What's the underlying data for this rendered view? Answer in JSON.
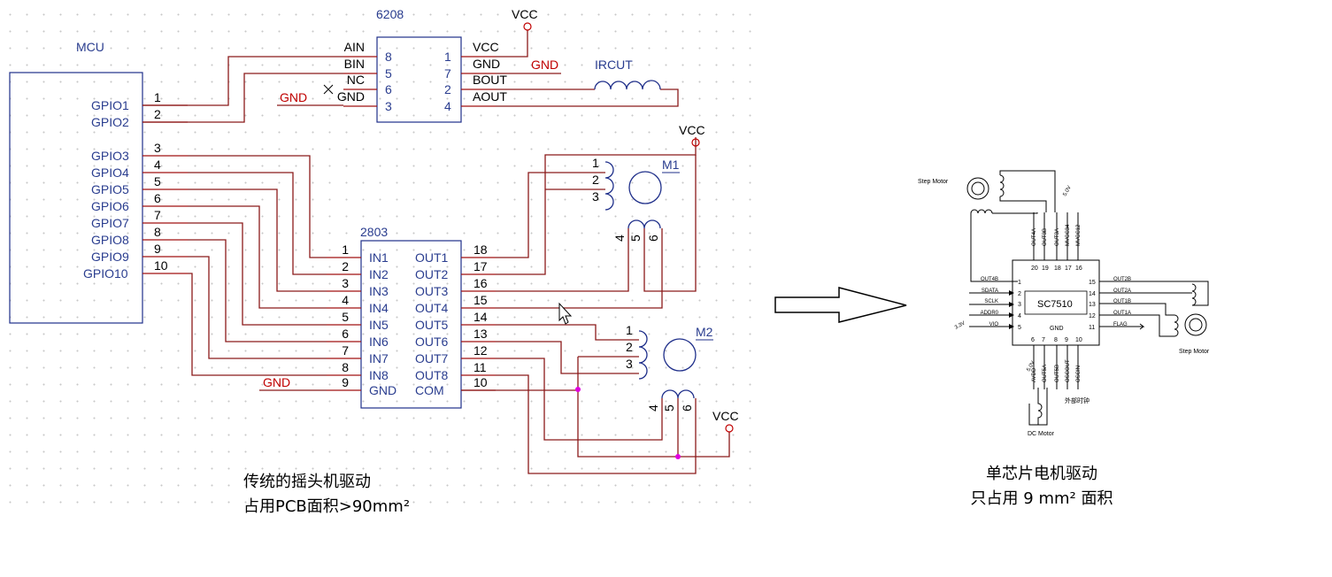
{
  "left": {
    "mcu_title": "MCU",
    "gpio_pins": [
      "GPIO1",
      "GPIO2",
      "GPIO3",
      "GPIO4",
      "GPIO5",
      "GPIO6",
      "GPIO7",
      "GPIO8",
      "GPIO9",
      "GPIO10"
    ],
    "gpio_nums": [
      "1",
      "2",
      "3",
      "4",
      "5",
      "6",
      "7",
      "8",
      "9",
      "10"
    ],
    "chip6208": {
      "name": "6208",
      "left_pins": [
        {
          "label": "AIN",
          "num": "8"
        },
        {
          "label": "BIN",
          "num": "5"
        },
        {
          "label": "NC",
          "num": "6"
        },
        {
          "label": "GND",
          "num": "3"
        }
      ],
      "right_pins": [
        {
          "label": "VCC",
          "num": "1"
        },
        {
          "label": "GND",
          "num": "7"
        },
        {
          "label": "BOUT",
          "num": "2"
        },
        {
          "label": "AOUT",
          "num": "4"
        }
      ]
    },
    "ircut_label": "IRCUT",
    "vcc_label": "VCC",
    "gnd_label": "GND",
    "chip2803": {
      "name": "2803",
      "left_pins": [
        {
          "label": "IN1",
          "num": "1"
        },
        {
          "label": "IN2",
          "num": "2"
        },
        {
          "label": "IN3",
          "num": "3"
        },
        {
          "label": "IN4",
          "num": "4"
        },
        {
          "label": "IN5",
          "num": "5"
        },
        {
          "label": "IN6",
          "num": "6"
        },
        {
          "label": "IN7",
          "num": "7"
        },
        {
          "label": "IN8",
          "num": "8"
        },
        {
          "label": "GND",
          "num": "9"
        }
      ],
      "right_pins": [
        {
          "label": "OUT1",
          "num": "18"
        },
        {
          "label": "OUT2",
          "num": "17"
        },
        {
          "label": "OUT3",
          "num": "16"
        },
        {
          "label": "OUT4",
          "num": "15"
        },
        {
          "label": "OUT5",
          "num": "14"
        },
        {
          "label": "OUT6",
          "num": "13"
        },
        {
          "label": "OUT7",
          "num": "12"
        },
        {
          "label": "OUT8",
          "num": "11"
        },
        {
          "label": "COM",
          "num": "10"
        }
      ]
    },
    "m1_label": "M1",
    "m2_label": "M2",
    "motor_pin_nums": [
      "1",
      "2",
      "3",
      "4",
      "5",
      "6"
    ],
    "caption_line1": "传统的摇头机驱动",
    "caption_line2": "占用PCB面积>90mm²"
  },
  "right": {
    "chip_name": "SC7510",
    "gnd_label": "GND",
    "top_pins": [
      {
        "num": "20",
        "signal": "OUT4A"
      },
      {
        "num": "19",
        "signal": "OUT3B"
      },
      {
        "num": "18",
        "signal": "OUT3A"
      },
      {
        "num": "17",
        "signal": "MVCC34"
      },
      {
        "num": "16",
        "signal": "MVCC12"
      }
    ],
    "left_pins": [
      {
        "num": "1",
        "signal": "OUT4B"
      },
      {
        "num": "2",
        "signal": "SDATA"
      },
      {
        "num": "3",
        "signal": "SCLK"
      },
      {
        "num": "4",
        "signal": "ADDR0"
      },
      {
        "num": "5",
        "signal": "VIO"
      }
    ],
    "right_pins": [
      {
        "num": "15",
        "signal": "OUT2B"
      },
      {
        "num": "14",
        "signal": "OUT2A"
      },
      {
        "num": "13",
        "signal": "OUT1B"
      },
      {
        "num": "12",
        "signal": "OUT1A"
      },
      {
        "num": "11",
        "signal": "FLAG"
      }
    ],
    "bottom_pins": [
      {
        "num": "6",
        "signal": "AVDD"
      },
      {
        "num": "7",
        "signal": "OUT5A"
      },
      {
        "num": "8",
        "signal": "OUT5B"
      },
      {
        "num": "9",
        "signal": "OSCOUT"
      },
      {
        "num": "10",
        "signal": "OSCIN"
      }
    ],
    "volt_5v_top": "5.0V",
    "volt_33v": "3.3V",
    "volt_5v_bottom": "5.0V",
    "step_motor_top": "Step Motor",
    "step_motor_right": "Step Motor",
    "dc_motor": "DC Motor",
    "external_clock": "外部时钟",
    "caption_line1": "单芯片电机驱动",
    "caption_line2": "只占用 9 mm² 面积"
  }
}
